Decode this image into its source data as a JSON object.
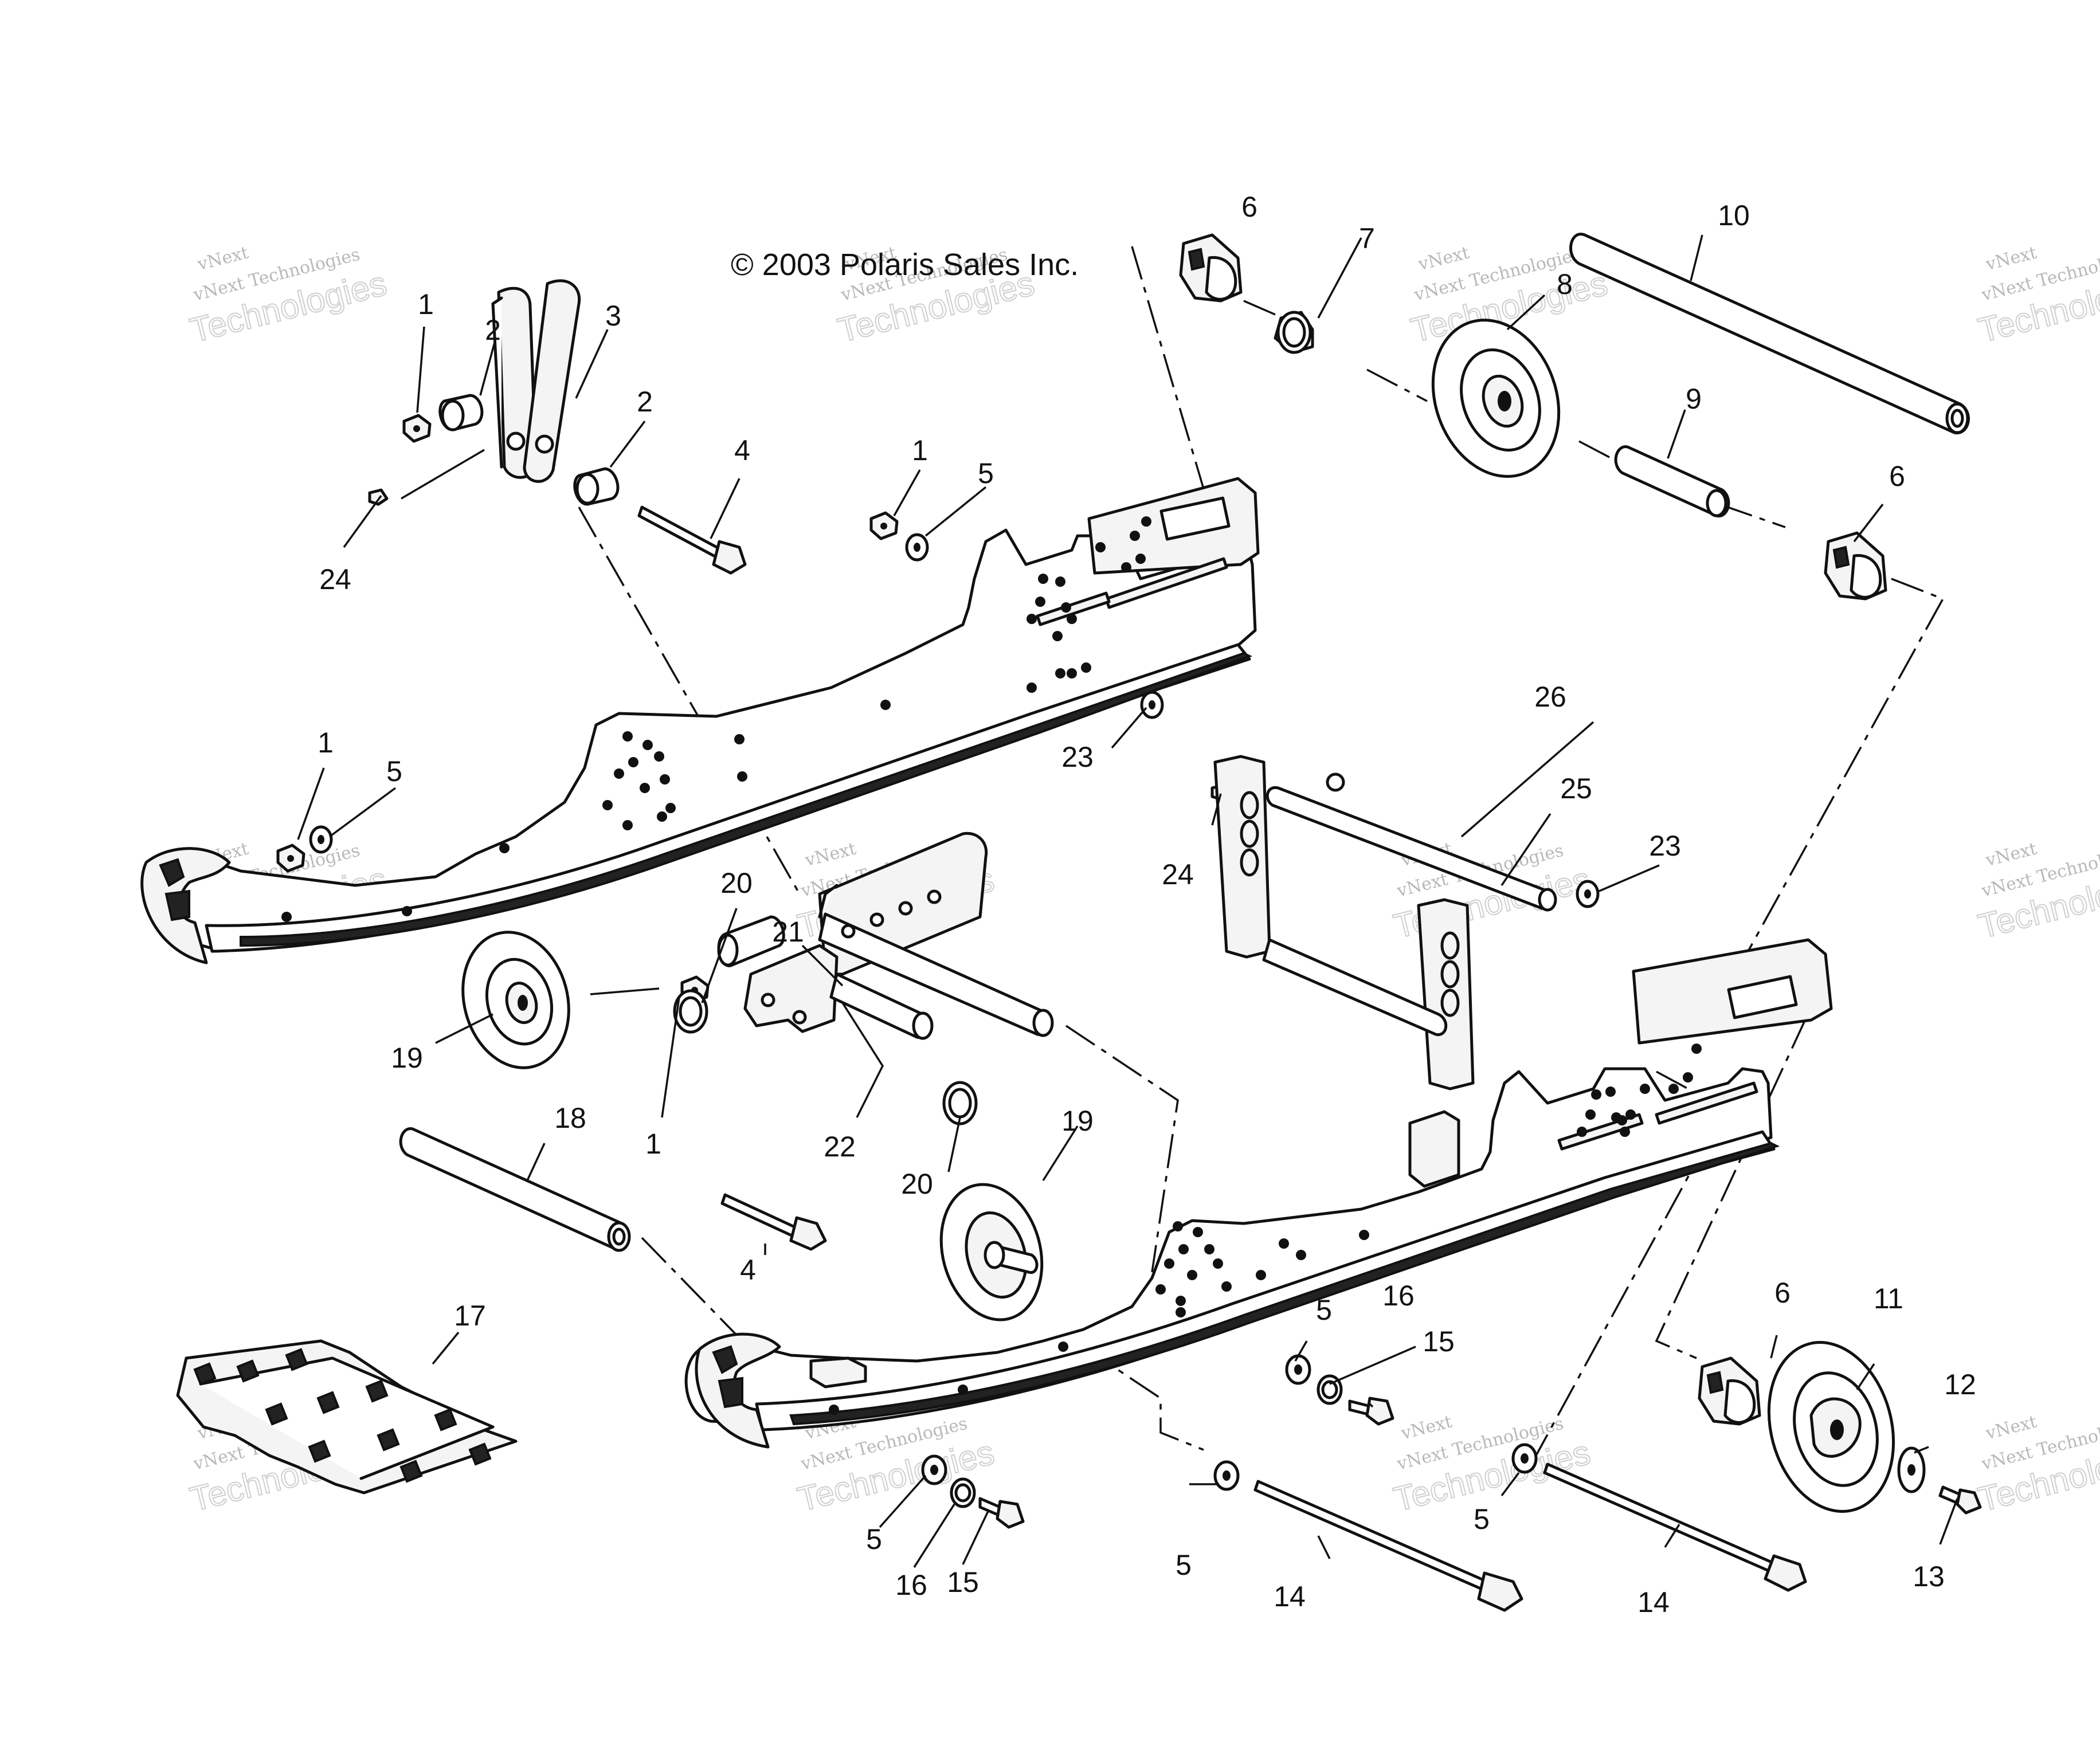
{
  "copyright": "© 2003 Polaris Sales Inc.",
  "watermark": {
    "line1": "vNext",
    "line2": "vNext Technologies",
    "line3": "Technologies"
  },
  "callouts": {
    "c1a": "1",
    "c1b": "1",
    "c1c": "1",
    "c1d": "1",
    "c2a": "2",
    "c2b": "2",
    "c3": "3",
    "c4a": "4",
    "c4b": "4",
    "c5a": "5",
    "c5b": "5",
    "c5c": "5",
    "c5d": "5",
    "c5e": "5",
    "c5f": "5",
    "c6a": "6",
    "c6b": "6",
    "c6c": "6",
    "c7": "7",
    "c8": "8",
    "c9": "9",
    "c10": "10",
    "c11": "11",
    "c12": "12",
    "c13": "13",
    "c14a": "14",
    "c14b": "14",
    "c15a": "15",
    "c15b": "15",
    "c16a": "16",
    "c16b": "16",
    "c17": "17",
    "c18": "18",
    "c19a": "19",
    "c19b": "19",
    "c20a": "20",
    "c20b": "20",
    "c21": "21",
    "c22": "22",
    "c23a": "23",
    "c23b": "23",
    "c24a": "24",
    "c24b": "24",
    "c25": "25",
    "c26": "26"
  }
}
